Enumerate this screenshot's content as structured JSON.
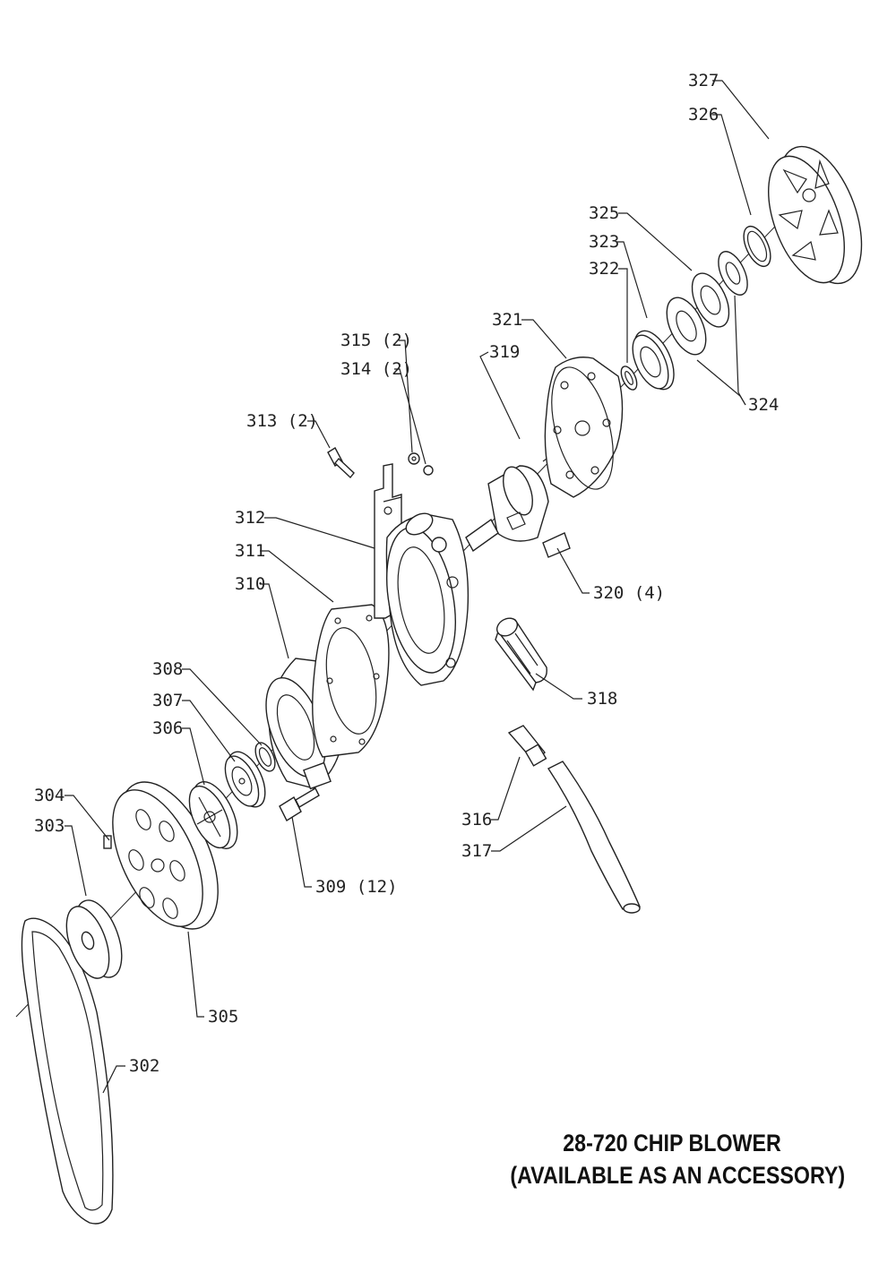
{
  "title": {
    "line1": "28-720 CHIP BLOWER",
    "line2": "(AVAILABLE AS AN ACCESSORY)"
  },
  "labels": {
    "l302": "302",
    "l303": "303",
    "l304": "304",
    "l305": "305",
    "l306": "306",
    "l307": "307",
    "l308": "308",
    "l309": "309 (12)",
    "l310": "310",
    "l311": "311",
    "l312": "312",
    "l313": "313 (2)",
    "l314": "314 (2)",
    "l315": "315 (2)",
    "l316": "316",
    "l317": "317",
    "l318": "318",
    "l319": "319",
    "l320": "320 (4)",
    "l321": "321",
    "l322": "322",
    "l323": "323",
    "l324": "324",
    "l325": "325",
    "l326": "326",
    "l327": "327"
  }
}
